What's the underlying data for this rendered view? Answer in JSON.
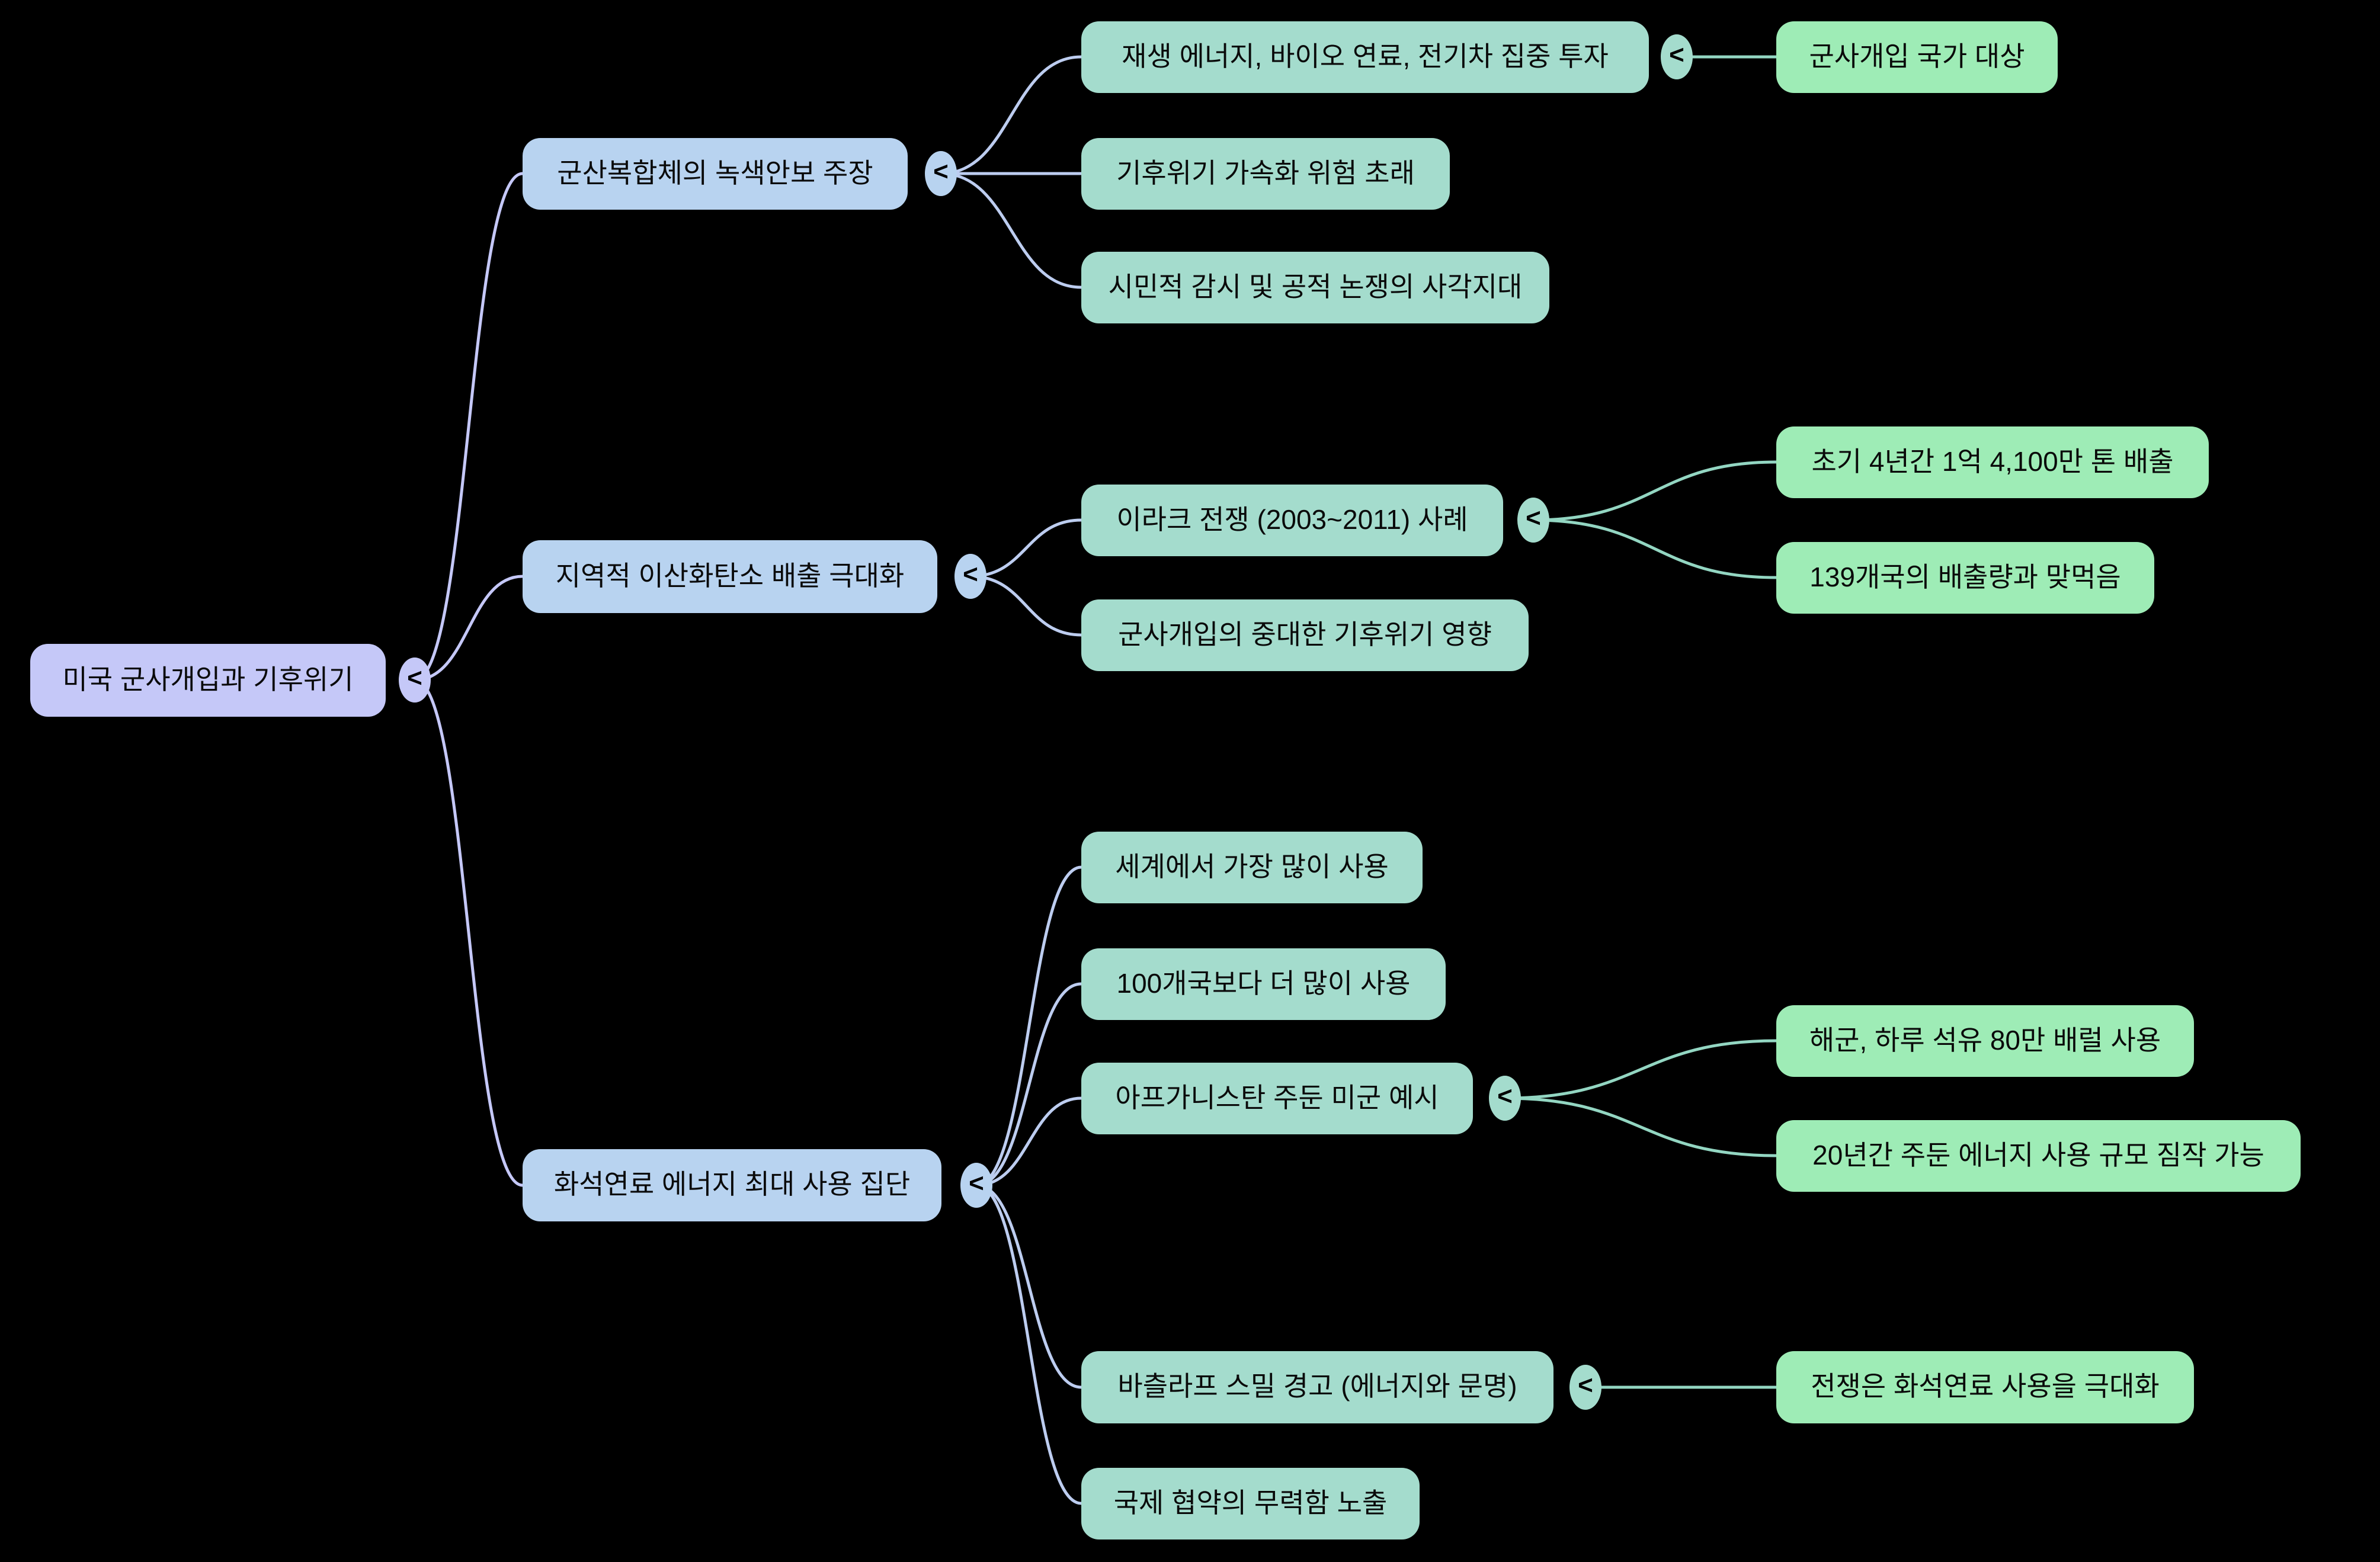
{
  "colors": {
    "background": "#000000",
    "level1": "#c5c8f8",
    "level2": "#b8d3f0",
    "level3": "#a4dccd",
    "level4": "#9eecb6",
    "link_level1": "#c5c8f8",
    "link_level2": "#bdcdf0",
    "link_level3": "#93d6c2",
    "text": "#0a0a0a"
  },
  "ui": {
    "collapse_glyph": "<"
  },
  "mindmap": {
    "root": {
      "label": "미국 군사개입과 기후위기"
    },
    "branches": [
      {
        "label": "군산복합체의 녹색안보 주장",
        "children": [
          {
            "label": "재생 에너지, 바이오 연료, 전기차 집중 투자",
            "children": [
              {
                "label": "군사개입 국가 대상"
              }
            ]
          },
          {
            "label": "기후위기 가속화 위험 초래"
          },
          {
            "label": "시민적 감시 및 공적 논쟁의 사각지대"
          }
        ]
      },
      {
        "label": "지역적 이산화탄소 배출 극대화",
        "children": [
          {
            "label": "이라크 전쟁 (2003~2011) 사례",
            "children": [
              {
                "label": "초기 4년간 1억 4,100만 톤 배출"
              },
              {
                "label": "139개국의 배출량과 맞먹음"
              }
            ]
          },
          {
            "label": "군사개입의 중대한 기후위기 영향"
          }
        ]
      },
      {
        "label": "화석연료 에너지 최대 사용 집단",
        "children": [
          {
            "label": "세계에서 가장 많이 사용"
          },
          {
            "label": "100개국보다 더 많이 사용"
          },
          {
            "label": "아프가니스탄 주둔 미군 예시",
            "children": [
              {
                "label": "해군, 하루 석유 80만 배럴 사용"
              },
              {
                "label": "20년간 주둔 에너지 사용 규모 짐작 가능"
              }
            ]
          },
          {
            "label": "바츨라프 스밀 경고 (에너지와 문명)",
            "children": [
              {
                "label": "전쟁은 화석연료 사용을 극대화"
              }
            ]
          },
          {
            "label": "국제 협약의 무력함 노출"
          }
        ]
      }
    ]
  }
}
